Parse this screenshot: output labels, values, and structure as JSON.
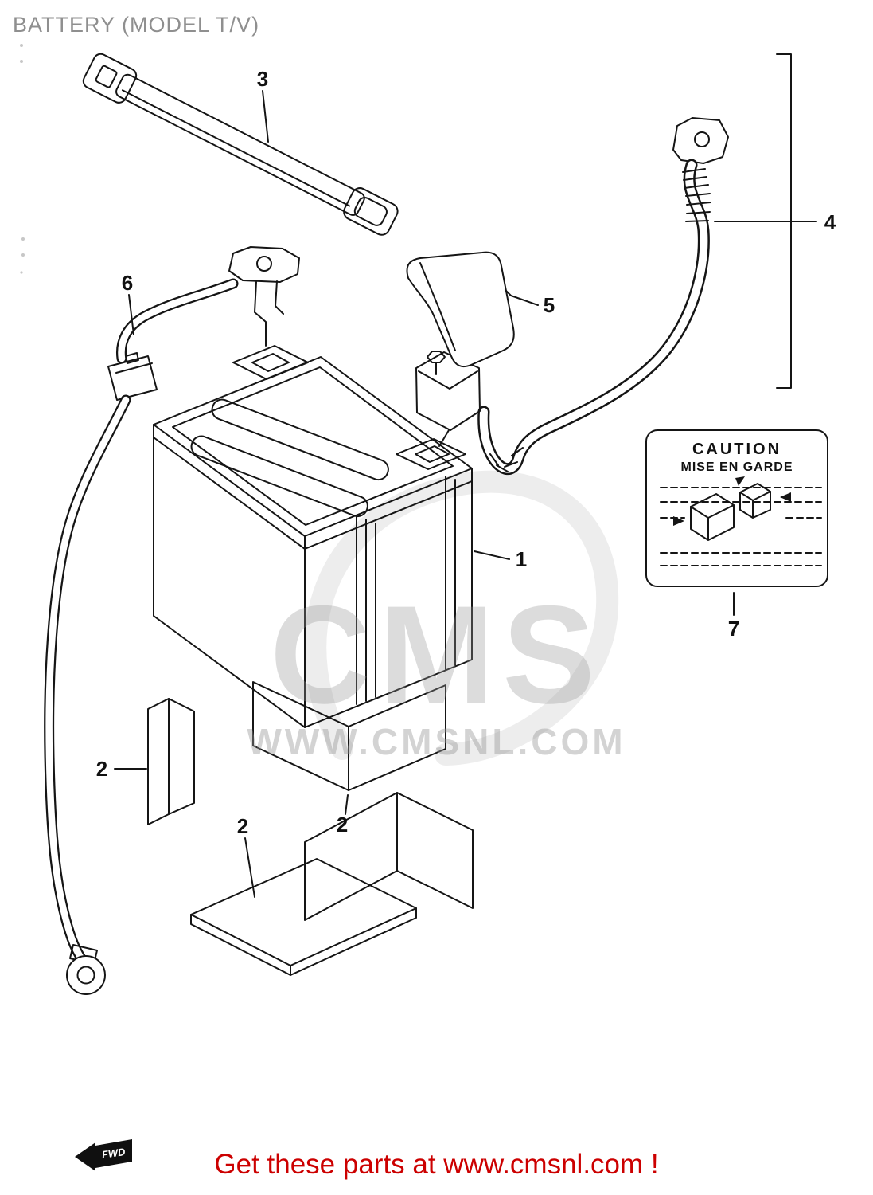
{
  "page": {
    "title": "BATTERY (MODEL T/V)",
    "footer_link_text": "Get these parts at www.cmsnl.com !"
  },
  "watermark": {
    "logo_text": "CMS",
    "url_text": "WWW.CMSNL.COM"
  },
  "diagram": {
    "direction_flag": "FWD",
    "caution_sticker": {
      "title": "CAUTION",
      "subtitle": "MISE EN GARDE"
    },
    "callouts": {
      "battery": "1",
      "cushion_left": "2",
      "cushion_center": "2",
      "cushion_mat": "2",
      "strap": "3",
      "positive_cable": "4",
      "terminal_cover": "5",
      "negative_cable": "6",
      "caution_label": "7"
    }
  },
  "colors": {
    "line": "#151515",
    "title_gray": "#8f8f8f",
    "footer_red": "#cc0000",
    "watermark_gray": "#969696"
  }
}
